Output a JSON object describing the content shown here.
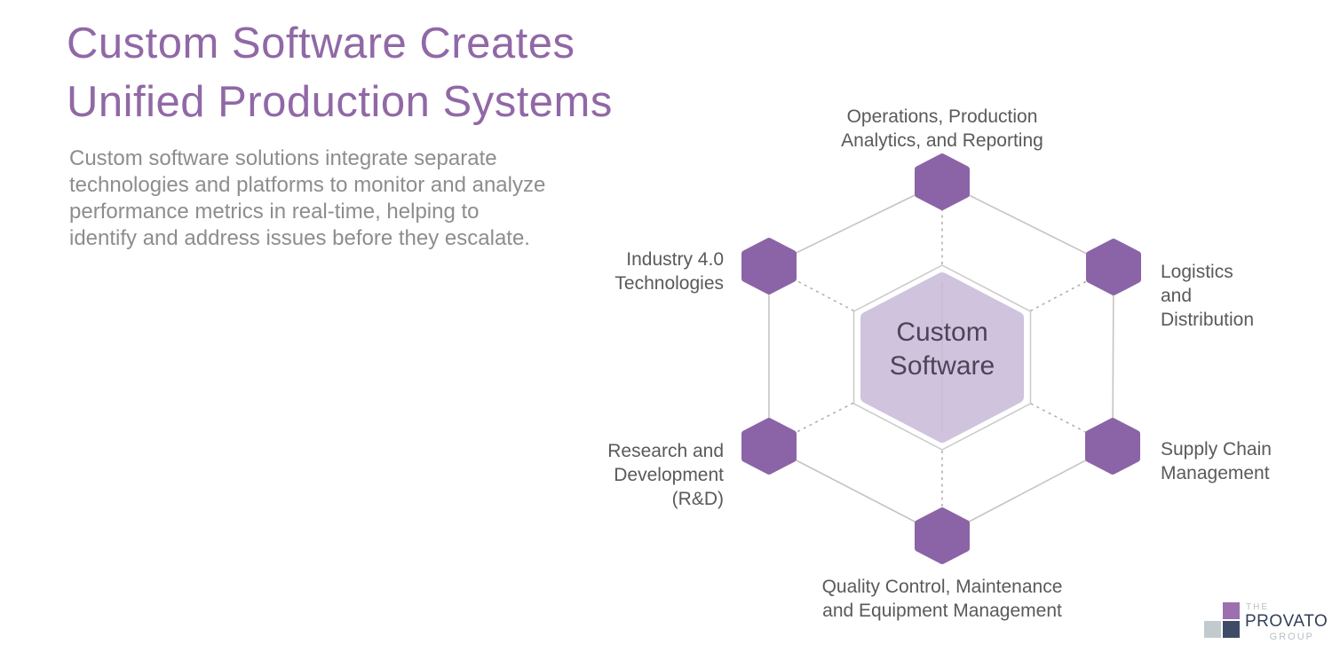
{
  "title": "Custom Software Creates\nUnified Production Systems",
  "description": "Custom software solutions integrate separate technologies and platforms to monitor and analyze performance metrics in real-time, helping to identify and address issues before they escalate.",
  "diagram": {
    "center": {
      "label": "Custom\nSoftware"
    },
    "nodes": [
      {
        "id": "top",
        "label": "Operations, Production\nAnalytics, and Reporting"
      },
      {
        "id": "right-top",
        "label": "Logistics\nand\nDistribution"
      },
      {
        "id": "right-bottom",
        "label": "Supply Chain\nManagement"
      },
      {
        "id": "bottom",
        "label": "Quality Control, Maintenance\nand Equipment Management"
      },
      {
        "id": "left-bottom",
        "label": "Research and\nDevelopment\n(R&D)"
      },
      {
        "id": "left-top",
        "label": "Industry 4.0\nTechnologies"
      }
    ]
  },
  "logo": {
    "line1": "THE",
    "line2": "PROVATO",
    "line3": "GROUP"
  },
  "colors": {
    "title_purple": "#9168a6",
    "body_gray": "#8d8d8d",
    "label_gray": "#5a5a5a",
    "node_hex_purple": "#8b64a7",
    "center_hex_fill": "#d0c3de",
    "center_text": "#4d4458",
    "solid_line": "#c7c4c0",
    "dashed_line": "#b5b0aa",
    "outline_hex_stroke": "#c9c9c9",
    "logo_purple": "#9c70af",
    "logo_navy": "#3d4b66",
    "logo_gray": "#c2cacf"
  }
}
